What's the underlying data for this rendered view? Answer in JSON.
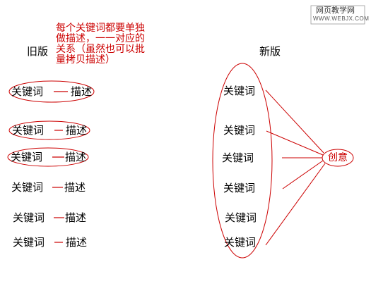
{
  "watermark": {
    "line1": "网页教学网",
    "line2": "WWW.WEBJX.COM"
  },
  "note": {
    "lines": [
      "每个关键词都要单独",
      "做描述，一一对应的",
      "关系（虽然也可以批",
      "量拷贝描述）"
    ]
  },
  "old_version": {
    "title": "旧版",
    "rows": [
      {
        "keyword": "关键词",
        "dash": "—",
        "desc": "描述"
      },
      {
        "keyword": "关键词",
        "dash": "—",
        "desc": "描述"
      },
      {
        "keyword": "关键词",
        "dash": "—",
        "desc": "描述"
      },
      {
        "keyword": "关键词",
        "dash": "—",
        "desc": "描述"
      },
      {
        "keyword": "关键词",
        "dash": "—",
        "desc": "描述"
      },
      {
        "keyword": "关键词",
        "dash": "—",
        "desc": "描述"
      }
    ]
  },
  "new_version": {
    "title": "新版",
    "keywords": [
      "关键词",
      "关键词",
      "关键词",
      "关键词",
      "关键词",
      "关键词"
    ],
    "target": "创意"
  },
  "colors": {
    "ink": "#000000",
    "annotation": "#cc0000"
  }
}
